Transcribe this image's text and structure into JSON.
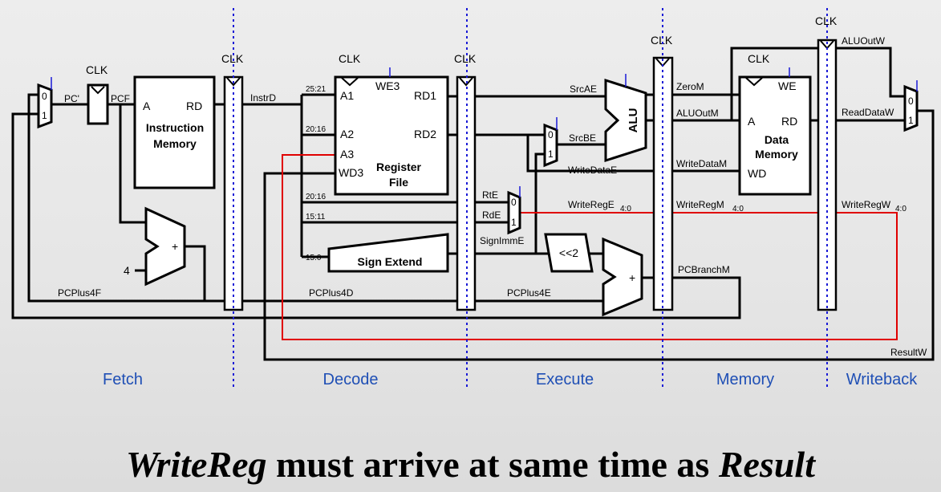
{
  "stages": [
    "Fetch",
    "Decode",
    "Execute",
    "Memory",
    "Writeback"
  ],
  "clk": "CLK",
  "fetch": {
    "mux_in0": "0",
    "mux_in1": "1",
    "pc_prime": "PC'",
    "pcf": "PCF",
    "imem_a": "A",
    "imem_rd": "RD",
    "imem_name_line1": "Instruction",
    "imem_name_line2": "Memory",
    "adder_const": "4",
    "adder_plus": "+",
    "pcplus4f": "PCPlus4F"
  },
  "decode": {
    "instrd": "InstrD",
    "bits_25_21": "25:21",
    "bits_20_16_a": "20:16",
    "bits_20_16_b": "20:16",
    "bits_15_11": "15:11",
    "bits_15_0": "15:0",
    "rf_a1": "A1",
    "rf_a2": "A2",
    "rf_a3": "A3",
    "rf_wd3": "WD3",
    "rf_we3": "WE3",
    "rf_rd1": "RD1",
    "rf_rd2": "RD2",
    "rf_name_line1": "Register",
    "rf_name_line2": "File",
    "sign_extend": "Sign Extend",
    "pcplus4d": "PCPlus4D"
  },
  "execute": {
    "srcae": "SrcAE",
    "srcbe": "SrcBE",
    "writedatae": "WriteDataE",
    "mux_in0": "0",
    "mux_in1": "1",
    "rte": "RtE",
    "rde": "RdE",
    "signimme": "SignImmE",
    "writerege": "WriteRegE",
    "writerege_sub": "4:0",
    "alu": "ALU",
    "shift": "<<2",
    "adder_plus": "+",
    "pcplus4e": "PCPlus4E"
  },
  "memory": {
    "zerom": "ZeroM",
    "aluoutm": "ALUOutM",
    "writedatam": "WriteDataM",
    "writeregm": "WriteRegM",
    "writeregm_sub": "4:0",
    "pcbranchm": "PCBranchM",
    "dmem_we": "WE",
    "dmem_a": "A",
    "dmem_rd": "RD",
    "dmem_wd": "WD",
    "dmem_name_line1": "Data",
    "dmem_name_line2": "Memory"
  },
  "writeback": {
    "aluoutw": "ALUOutW",
    "readdataw": "ReadDataW",
    "writeregw": "WriteRegW",
    "writeregw_sub": "4:0",
    "resultw": "ResultW",
    "mux_in0": "0",
    "mux_in1": "1"
  },
  "caption": {
    "part1": "WriteReg",
    "part2": " must arrive at same time as ",
    "part3": "Result"
  },
  "colors": {
    "highlight_wire": "#e00000",
    "stage_divider": "#1a1ad6",
    "stage_label": "#1f4fb5"
  }
}
